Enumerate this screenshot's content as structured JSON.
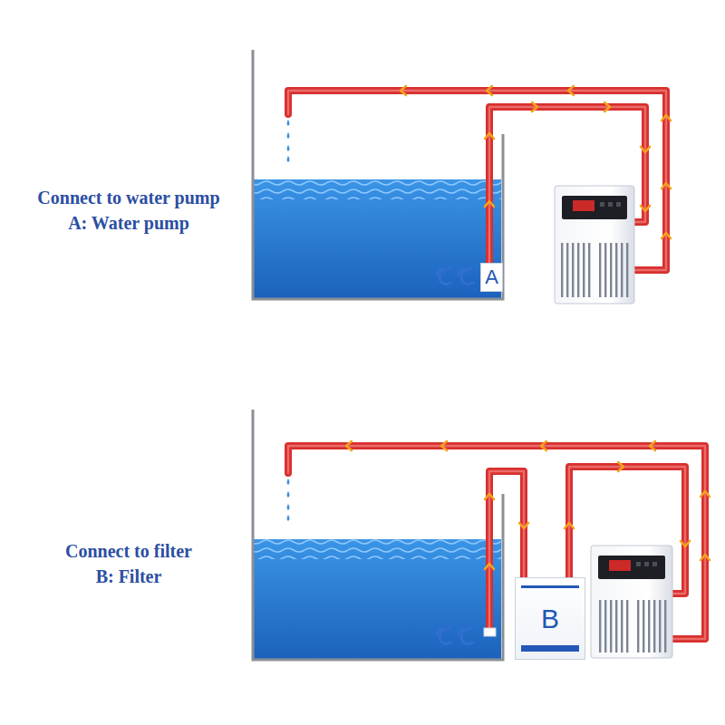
{
  "diagram": {
    "nodes": [
      {
        "text": [
          "A"
        ]
      },
      {
        "text": [
          "B"
        ]
      }
    ],
    "labels": [
      "Connect to water pump",
      "A: Water pump",
      "Connect to filter",
      "B: Filter"
    ]
  }
}
